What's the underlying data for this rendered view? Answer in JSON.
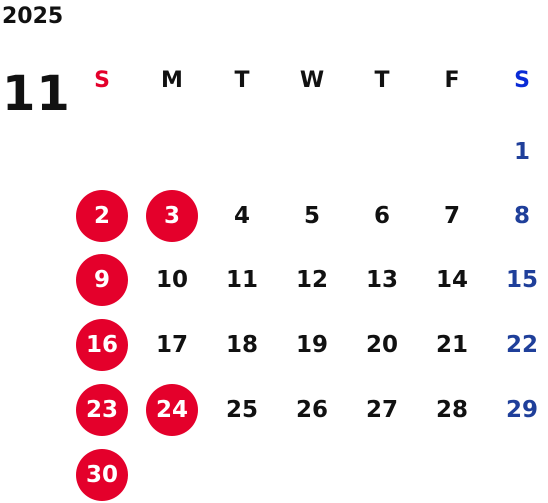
{
  "year": "2025",
  "month": "11",
  "colors": {
    "holiday_bg": "#e4002b",
    "sunday_header": "#e4002b",
    "saturday_header": "#0a2bd6",
    "saturday_date": "#1f3f9a",
    "text": "#111111"
  },
  "weekdays": [
    "S",
    "M",
    "T",
    "W",
    "T",
    "F",
    "S"
  ],
  "weeks": [
    [
      {
        "day": "",
        "type": "empty"
      },
      {
        "day": "",
        "type": "empty"
      },
      {
        "day": "",
        "type": "empty"
      },
      {
        "day": "",
        "type": "empty"
      },
      {
        "day": "",
        "type": "empty"
      },
      {
        "day": "",
        "type": "empty"
      },
      {
        "day": "1",
        "type": "sat"
      }
    ],
    [
      {
        "day": "2",
        "type": "holiday"
      },
      {
        "day": "3",
        "type": "holiday"
      },
      {
        "day": "4",
        "type": "normal"
      },
      {
        "day": "5",
        "type": "normal"
      },
      {
        "day": "6",
        "type": "normal"
      },
      {
        "day": "7",
        "type": "normal"
      },
      {
        "day": "8",
        "type": "sat"
      }
    ],
    [
      {
        "day": "9",
        "type": "holiday"
      },
      {
        "day": "10",
        "type": "normal"
      },
      {
        "day": "11",
        "type": "normal"
      },
      {
        "day": "12",
        "type": "normal"
      },
      {
        "day": "13",
        "type": "normal"
      },
      {
        "day": "14",
        "type": "normal"
      },
      {
        "day": "15",
        "type": "sat"
      }
    ],
    [
      {
        "day": "16",
        "type": "holiday"
      },
      {
        "day": "17",
        "type": "normal"
      },
      {
        "day": "18",
        "type": "normal"
      },
      {
        "day": "19",
        "type": "normal"
      },
      {
        "day": "20",
        "type": "normal"
      },
      {
        "day": "21",
        "type": "normal"
      },
      {
        "day": "22",
        "type": "sat"
      }
    ],
    [
      {
        "day": "23",
        "type": "holiday"
      },
      {
        "day": "24",
        "type": "holiday"
      },
      {
        "day": "25",
        "type": "normal"
      },
      {
        "day": "26",
        "type": "normal"
      },
      {
        "day": "27",
        "type": "normal"
      },
      {
        "day": "28",
        "type": "normal"
      },
      {
        "day": "29",
        "type": "sat"
      }
    ],
    [
      {
        "day": "30",
        "type": "holiday"
      },
      {
        "day": "",
        "type": "empty"
      },
      {
        "day": "",
        "type": "empty"
      },
      {
        "day": "",
        "type": "empty"
      },
      {
        "day": "",
        "type": "empty"
      },
      {
        "day": "",
        "type": "empty"
      },
      {
        "day": "",
        "type": "empty"
      }
    ]
  ]
}
